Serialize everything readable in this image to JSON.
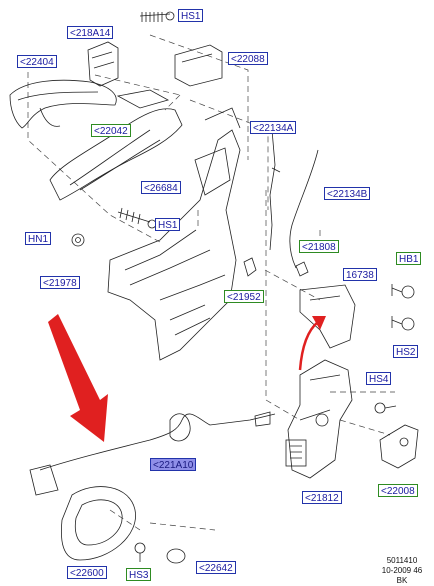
{
  "labels": {
    "hs1_top": "HS1",
    "p218a14": "<218A14",
    "p22404": "<22404",
    "p22088": "<22088",
    "p22042": "<22042",
    "p22134a": "<22134A",
    "p26684": "<26684",
    "p22134b": "<22134B",
    "hs1_mid": "HS1",
    "hn1": "HN1",
    "p21808": "<21808",
    "hb1": "HB1",
    "p16738": "16738",
    "p21978": "<21978",
    "p21952": "<21952",
    "hs2": "HS2",
    "hs4": "HS4",
    "p221a10": "<221A10",
    "p21812": "<21812",
    "p22008": "<22008",
    "p22600": "<22600",
    "hs3": "HS3",
    "p22642": "<22642"
  },
  "caption": {
    "line1": "5011410",
    "line2": "10-2009 46",
    "line3": "BK"
  },
  "colors": {
    "label_text": "#1a1aa0",
    "label_border_blue": "#2233aa",
    "label_border_green": "#2e8b22",
    "label_fill_highlight": "#8f8fe8",
    "arrow_red": "#e02020"
  }
}
